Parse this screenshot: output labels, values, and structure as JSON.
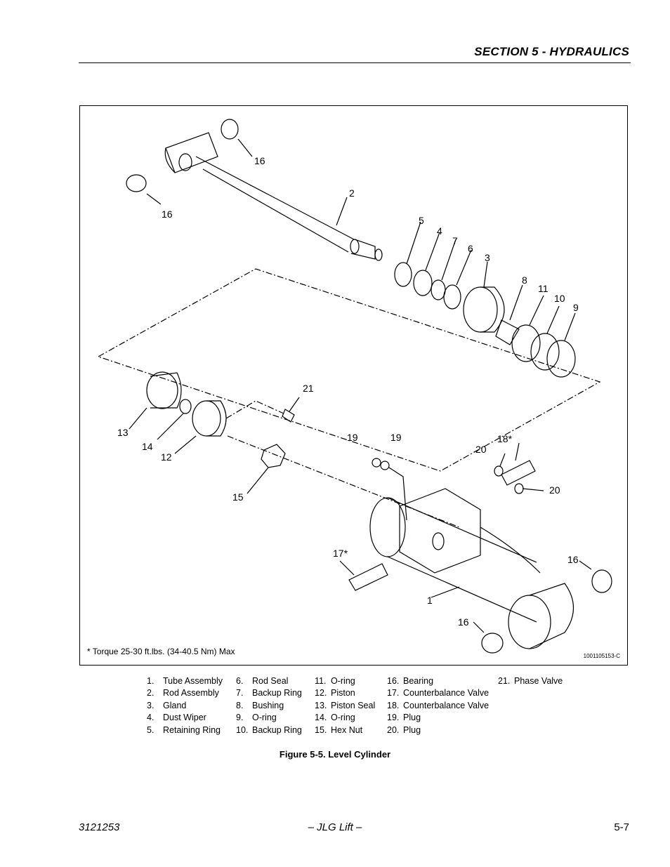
{
  "header": {
    "section_title": "SECTION 5 - HYDRAULICS"
  },
  "figure": {
    "callouts": [
      "16",
      "16",
      "2",
      "5",
      "4",
      "7",
      "6",
      "3",
      "8",
      "11",
      "10",
      "9",
      "21",
      "13",
      "14",
      "12",
      "15",
      "19",
      "19",
      "20",
      "18*",
      "20",
      "17*",
      "16",
      "1",
      "16"
    ],
    "torque_note": "* Torque 25-30 ft.lbs. (34-40.5 Nm) Max",
    "drawing_id": "1001105153-C"
  },
  "legend": {
    "columns": [
      [
        {
          "num": "1.",
          "label": "Tube Assembly"
        },
        {
          "num": "2.",
          "label": "Rod Assembly"
        },
        {
          "num": "3.",
          "label": "Gland"
        },
        {
          "num": "4.",
          "label": "Dust Wiper"
        },
        {
          "num": "5.",
          "label": "Retaining Ring"
        }
      ],
      [
        {
          "num": "6.",
          "label": "Rod Seal"
        },
        {
          "num": "7.",
          "label": "Backup Ring"
        },
        {
          "num": "8.",
          "label": "Bushing"
        },
        {
          "num": "9.",
          "label": "O-ring"
        },
        {
          "num": "10.",
          "label": "Backup Ring"
        }
      ],
      [
        {
          "num": "11.",
          "label": "O-ring"
        },
        {
          "num": "12.",
          "label": "Piston"
        },
        {
          "num": "13.",
          "label": "Piston Seal"
        },
        {
          "num": "14.",
          "label": "O-ring"
        },
        {
          "num": "15.",
          "label": "Hex Nut"
        }
      ],
      [
        {
          "num": "16.",
          "label": "Bearing"
        },
        {
          "num": "17.",
          "label": "Counterbalance Valve"
        },
        {
          "num": "18.",
          "label": "Counterbalance Valve"
        },
        {
          "num": "19.",
          "label": "Plug"
        },
        {
          "num": "20.",
          "label": "Plug"
        }
      ],
      [
        {
          "num": "21.",
          "label": "Phase Valve"
        }
      ]
    ]
  },
  "caption": "Figure 5-5.  Level Cylinder",
  "footer": {
    "doc_number": "3121253",
    "company": "– JLG Lift –",
    "page": "5-7"
  }
}
